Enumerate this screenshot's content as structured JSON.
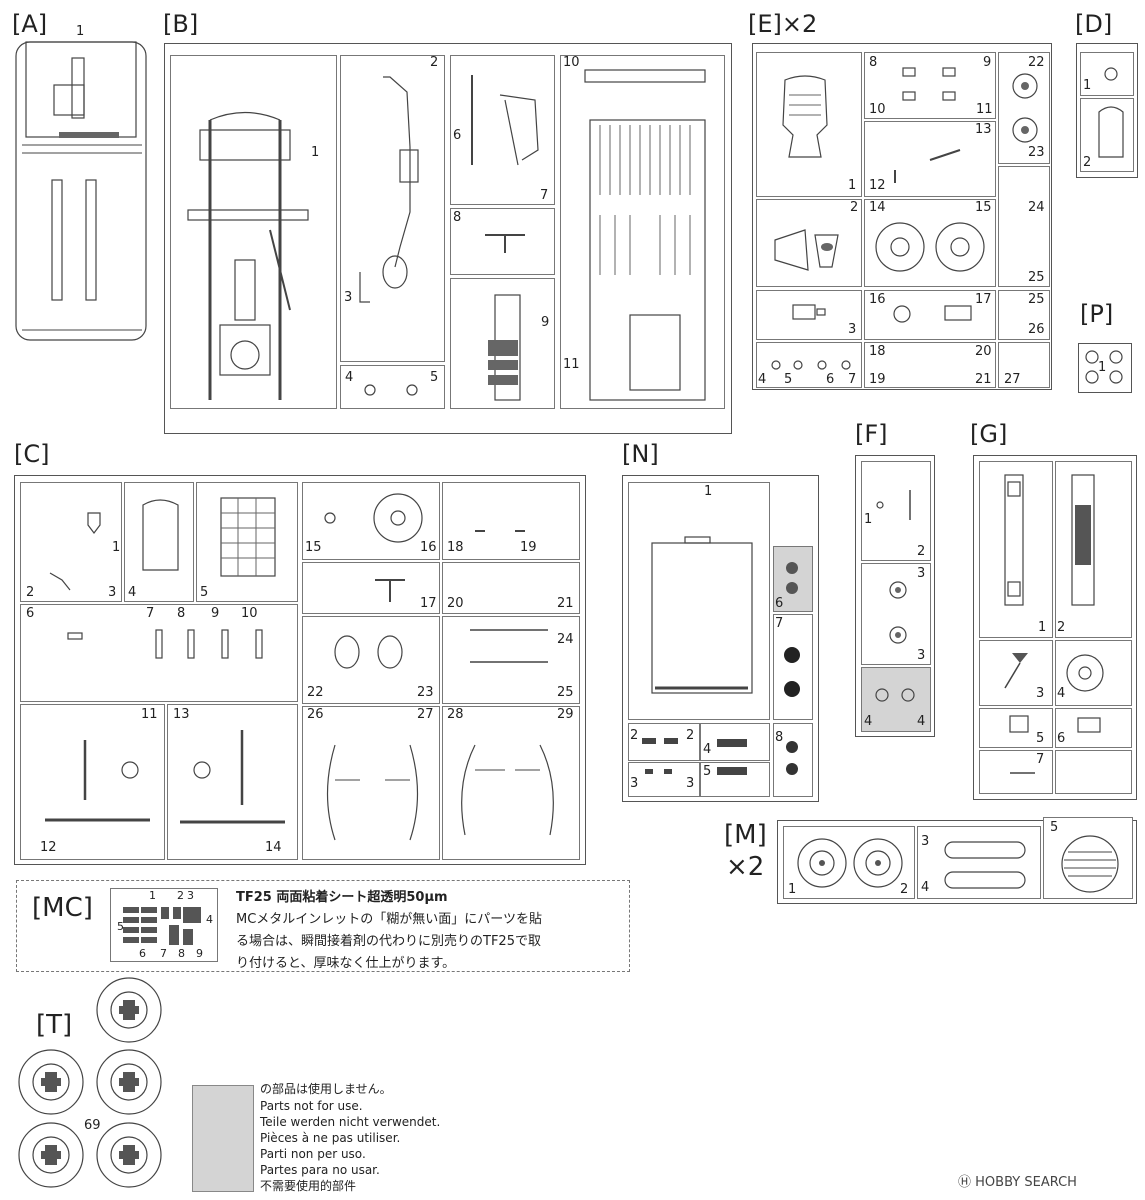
{
  "sprues": {
    "A": {
      "label": "[A]",
      "parts": [
        "1"
      ]
    },
    "B": {
      "label": "[B]",
      "parts": [
        "1",
        "2",
        "3",
        "4",
        "5",
        "6",
        "7",
        "8",
        "9",
        "10",
        "11"
      ]
    },
    "E": {
      "label": "[E]×2",
      "parts": [
        "1",
        "2",
        "3",
        "4",
        "5",
        "6",
        "7",
        "8",
        "9",
        "10",
        "11",
        "12",
        "13",
        "14",
        "15",
        "16",
        "17",
        "18",
        "19",
        "20",
        "21",
        "22",
        "23",
        "24",
        "25",
        "25",
        "26",
        "27"
      ]
    },
    "D": {
      "label": "[D]",
      "parts": [
        "1",
        "2"
      ]
    },
    "P": {
      "label": "[P]",
      "parts": [
        "1"
      ]
    },
    "C": {
      "label": "[C]",
      "parts": [
        "1",
        "2",
        "3",
        "4",
        "5",
        "6",
        "7",
        "8",
        "9",
        "10",
        "11",
        "12",
        "13",
        "14",
        "15",
        "16",
        "17",
        "18",
        "19",
        "20",
        "21",
        "22",
        "23",
        "24",
        "25",
        "26",
        "27",
        "28",
        "29"
      ]
    },
    "N": {
      "label": "[N]",
      "parts": [
        "1",
        "2",
        "2",
        "3",
        "3",
        "4",
        "5",
        "6",
        "7",
        "8"
      ]
    },
    "F": {
      "label": "[F]",
      "parts": [
        "1",
        "2",
        "3",
        "3",
        "4",
        "4"
      ]
    },
    "G": {
      "label": "[G]",
      "parts": [
        "1",
        "2",
        "3",
        "4",
        "5",
        "6",
        "7"
      ]
    },
    "M": {
      "label": "[M]",
      "multiplier": "×2",
      "parts": [
        "1",
        "2",
        "3",
        "4",
        "5"
      ]
    },
    "MC": {
      "label": "[MC]",
      "parts": [
        "1",
        "2",
        "3",
        "4",
        "5",
        "6",
        "7",
        "8",
        "9"
      ]
    },
    "T": {
      "label": "[T]",
      "count": "69"
    }
  },
  "mc_note": {
    "title": "TF25 両面粘着シート超透明50μm",
    "line1": "MCメタルインレットの「糊が無い面」にパーツを貼",
    "line2": "る場合は、瞬間接着剤の代わりに別売りのTF25で取",
    "line3": "り付けると、厚味なく仕上がります。"
  },
  "legend": {
    "ja": "の部品は使用しません。",
    "en": "Parts not for use.",
    "de": "Teile werden nicht verwendet.",
    "fr": "Pièces à ne pas utiliser.",
    "it": "Parti non per uso.",
    "es": "Partes para no usar.",
    "zh": "不需要使用的部件"
  },
  "watermark": "HOBBY SEARCH",
  "colors": {
    "gray_fill": "#d4d4d4",
    "line": "#555555"
  }
}
